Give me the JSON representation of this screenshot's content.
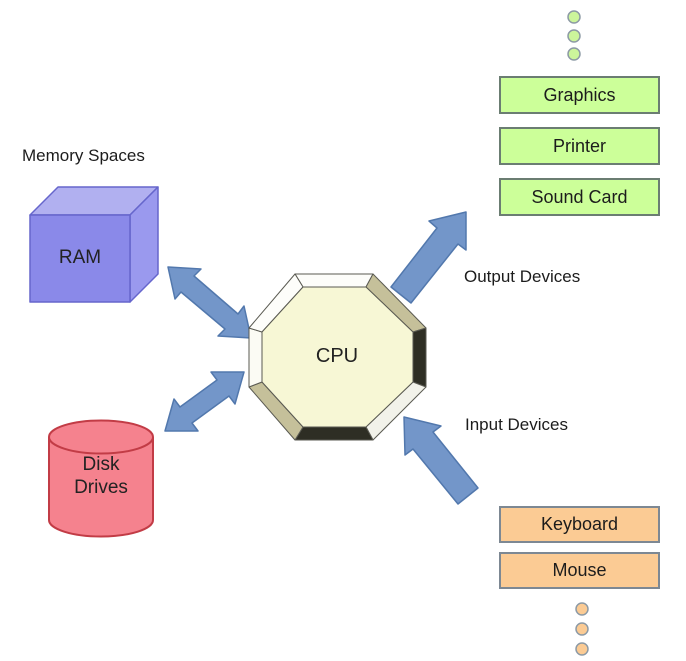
{
  "diagram": {
    "section_labels": {
      "memory": "Memory Spaces",
      "output": "Output Devices",
      "input": "Input Devices"
    },
    "nodes": {
      "ram": {
        "label": "RAM"
      },
      "cpu": {
        "label": "CPU"
      },
      "disk": {
        "label": "Disk Drives"
      }
    },
    "output_devices": {
      "items": [
        "Graphics",
        "Printer",
        "Sound Card"
      ]
    },
    "input_devices": {
      "items": [
        "Keyboard",
        "Mouse"
      ]
    },
    "icons": {
      "output_more": "ellipsis-dots-green",
      "input_more": "ellipsis-dots-orange",
      "ram_cpu_link": "double-arrow",
      "disk_cpu_link": "double-arrow",
      "output_link": "arrow-up-right",
      "input_link": "arrow-up-left"
    },
    "colors": {
      "ram_front": "#8a89e9",
      "ram_top": "#b1b0f0",
      "ram_right": "#9a99ee",
      "ram_border": "#6666cc",
      "disk_fill": "#f5828e",
      "disk_border": "#c23c46",
      "cpu_face": "#f7f7d5",
      "cpu_bevel_tan": "#c5c09a",
      "cpu_bevel_dark": "#2e2e24",
      "cpu_bevel_light": "#fdfdfa",
      "arrow_fill": "#7396c9",
      "arrow_border": "#5278ad",
      "output_fill": "#ccff99",
      "output_border": "#6b7d72",
      "input_fill": "#fbcb94",
      "input_border": "#7d8893",
      "dot_output": "#ccf59b",
      "dot_input": "#fbcb94",
      "dot_border": "#8d9aa5",
      "text": "#1c1c1c",
      "background": "#ffffff"
    }
  }
}
